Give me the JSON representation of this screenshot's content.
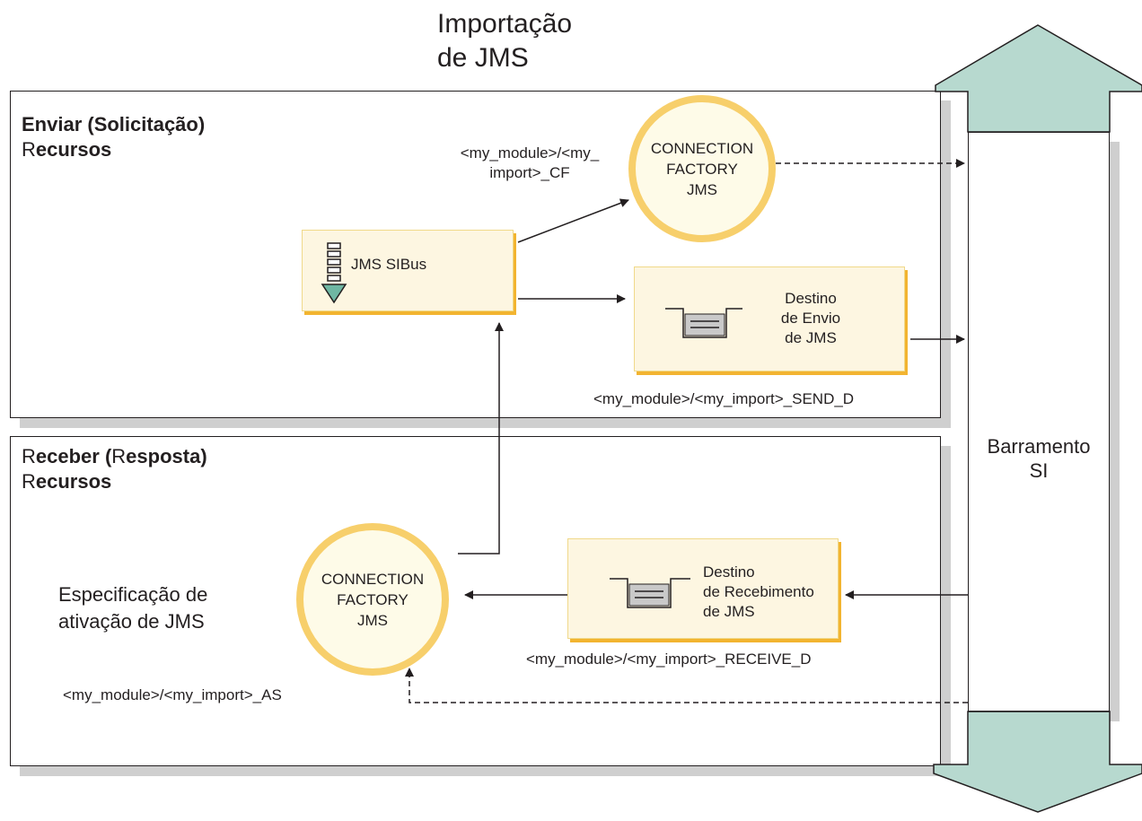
{
  "title": "Importação\nde JMS",
  "send_panel": {
    "heading_line1": "Enviar (Solicitação)",
    "heading_line2_prefix": "R",
    "heading_line2_rest": "ecursos"
  },
  "receive_panel": {
    "heading_line1_a": "R",
    "heading_line1_b": "eceber (",
    "heading_line1_c": "R",
    "heading_line1_d": "esposta)",
    "heading_line2_prefix": "R",
    "heading_line2_rest": "ecursos"
  },
  "connection_factory_send": {
    "label": "CONNECTION\nFACTORY\nJMS",
    "name": "<my_module>/<my_\nimport>_CF"
  },
  "jms_sibus": {
    "label": "JMS SIBus"
  },
  "send_destination": {
    "label": "Destino\nde Envio\nde JMS",
    "name": "<my_module>/<my_import>_SEND_D"
  },
  "activation_spec": {
    "label": "Especificação de\nativação de JMS",
    "circle_label": "CONNECTION\nFACTORY\nJMS",
    "name": "<my_module>/<my_import>_AS"
  },
  "receive_destination": {
    "label": "Destino\nde Recebimento\nde JMS",
    "name": "<my_module>/<my_import>_RECEIVE_D"
  },
  "bus": {
    "label": "Barramento\nSI"
  },
  "colors": {
    "circle_ring": "#f7cf6b",
    "box_fill": "#fdf6e1",
    "box_shadow": "#f2b430",
    "arrow_fill": "#b7d9cf",
    "queue_fill": "#c9c9c9"
  }
}
